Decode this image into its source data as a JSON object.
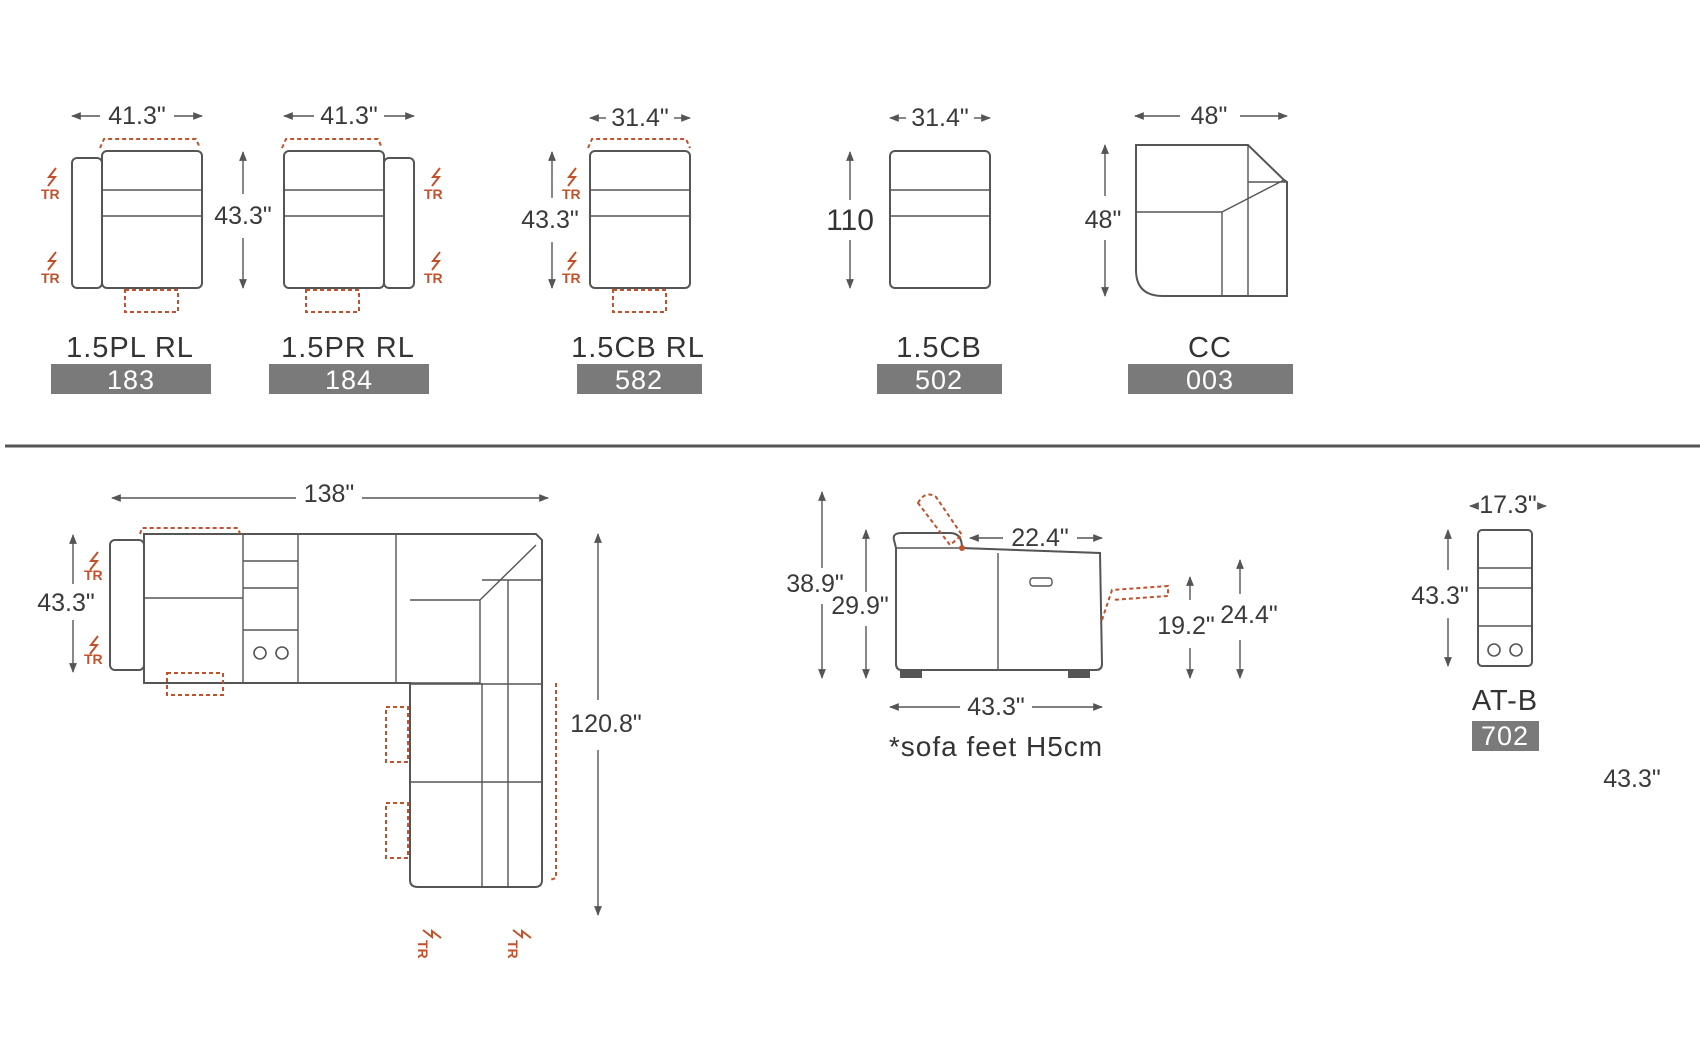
{
  "modules": [
    {
      "name": "1.5PL RL",
      "code": "183",
      "width": "41.3\"",
      "depth": "43.3\""
    },
    {
      "name": "1.5PR RL",
      "code": "184",
      "width": "41.3\""
    },
    {
      "name": "1.5CB RL",
      "code": "582",
      "width": "31.4\"",
      "depth": "43.3\""
    },
    {
      "name": "1.5CB",
      "code": "502",
      "width": "31.4\"",
      "depth": "110"
    },
    {
      "name": "CC",
      "code": "003",
      "width": "48\"",
      "depth": "48\""
    }
  ],
  "sectional": {
    "width": "138\"",
    "depth": "43.3\"",
    "length": "120.8\""
  },
  "side_view": {
    "total_height": "38.9\"",
    "back_height": "29.9\"",
    "seat_depth": "22.4\"",
    "depth": "43.3\"",
    "footrest_low": "19.2\"",
    "footrest_high": "24.4\"",
    "note": "*sofa feet H5cm"
  },
  "armrest": {
    "name": "AT-B",
    "code": "702",
    "width": "17.3\"",
    "depth": "43.3\""
  },
  "stray_label": "43.3\"",
  "tr_label": "TR",
  "colors": {
    "line": "#555555",
    "accent": "#c0522d",
    "badge": "#7a7a7a"
  }
}
